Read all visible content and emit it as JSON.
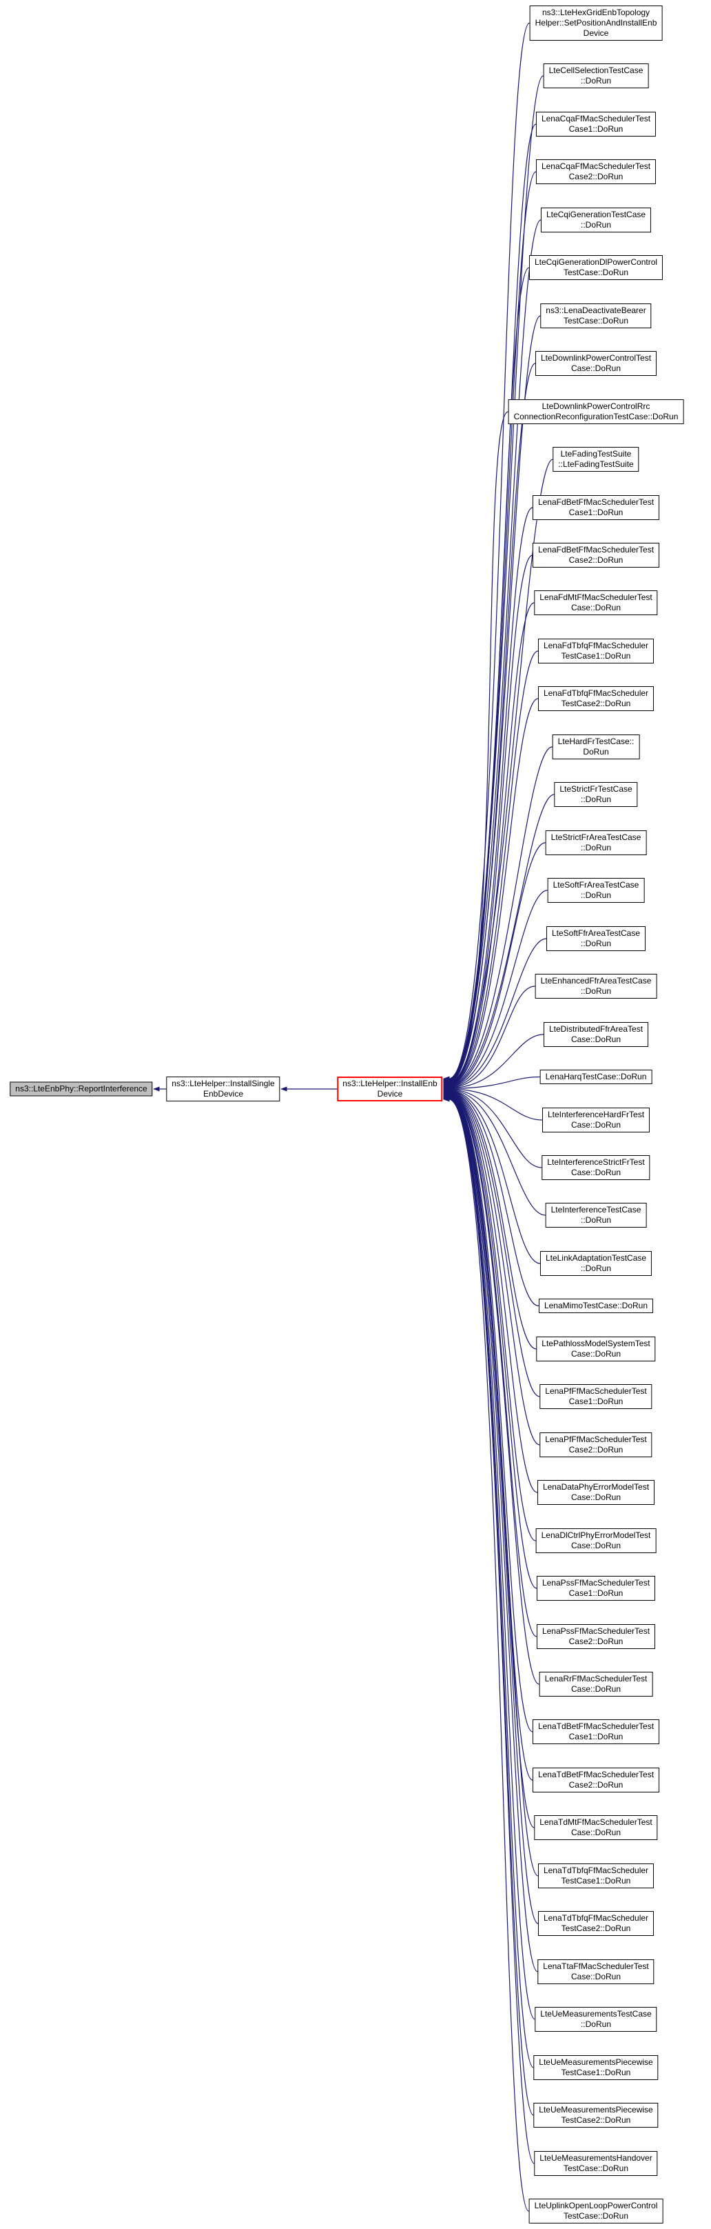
{
  "diagram": {
    "type": "doxygen-caller-graph",
    "colors": {
      "background": "#ffffff",
      "edge": "#191970",
      "node_border": "#000000",
      "node_fill": "#ffffff",
      "node_text": "#000000",
      "selected_node_fill": "#bfbfbf",
      "focus_node_border": "#ff0000"
    },
    "selected_node": {
      "label": "ns3::LteEnbPhy::ReportInterference",
      "lines": [
        "ns3::LteEnbPhy::ReportInterference"
      ]
    },
    "chain_node": {
      "label": "ns3::LteHelper::InstallSingleEnbDevice",
      "lines": [
        "ns3::LteHelper::InstallSingle",
        "EnbDevice"
      ]
    },
    "focus_node": {
      "label": "ns3::LteHelper::InstallEnbDevice",
      "lines": [
        "ns3::LteHelper::InstallEnb",
        "Device"
      ]
    },
    "callers": [
      {
        "label": "ns3::LteHexGridEnbTopologyHelper::SetPositionAndInstallEnbDevice",
        "lines": [
          "ns3::LteHexGridEnbTopology",
          "Helper::SetPositionAndInstallEnb",
          "Device"
        ]
      },
      {
        "label": "LteCellSelectionTestCase::DoRun",
        "lines": [
          "LteCellSelectionTestCase",
          "::DoRun"
        ]
      },
      {
        "label": "LenaCqaFfMacSchedulerTestCase1::DoRun",
        "lines": [
          "LenaCqaFfMacSchedulerTest",
          "Case1::DoRun"
        ]
      },
      {
        "label": "LenaCqaFfMacSchedulerTestCase2::DoRun",
        "lines": [
          "LenaCqaFfMacSchedulerTest",
          "Case2::DoRun"
        ]
      },
      {
        "label": "LteCqiGenerationTestCase::DoRun",
        "lines": [
          "LteCqiGenerationTestCase",
          "::DoRun"
        ]
      },
      {
        "label": "LteCqiGenerationDlPowerControlTestCase::DoRun",
        "lines": [
          "LteCqiGenerationDlPowerControl",
          "TestCase::DoRun"
        ]
      },
      {
        "label": "ns3::LenaDeactivateBearerTestCase::DoRun",
        "lines": [
          "ns3::LenaDeactivateBearer",
          "TestCase::DoRun"
        ]
      },
      {
        "label": "LteDownlinkPowerControlTestCase::DoRun",
        "lines": [
          "LteDownlinkPowerControlTest",
          "Case::DoRun"
        ]
      },
      {
        "label": "LteDownlinkPowerControlRrcConnectionReconfigurationTestCase::DoRun",
        "lines": [
          "LteDownlinkPowerControlRrc",
          "ConnectionReconfigurationTestCase::DoRun"
        ]
      },
      {
        "label": "LteFadingTestSuite::LteFadingTestSuite",
        "lines": [
          "LteFadingTestSuite",
          "::LteFadingTestSuite"
        ]
      },
      {
        "label": "LenaFdBetFfMacSchedulerTestCase1::DoRun",
        "lines": [
          "LenaFdBetFfMacSchedulerTest",
          "Case1::DoRun"
        ]
      },
      {
        "label": "LenaFdBetFfMacSchedulerTestCase2::DoRun",
        "lines": [
          "LenaFdBetFfMacSchedulerTest",
          "Case2::DoRun"
        ]
      },
      {
        "label": "LenaFdMtFfMacSchedulerTestCase::DoRun",
        "lines": [
          "LenaFdMtFfMacSchedulerTest",
          "Case::DoRun"
        ]
      },
      {
        "label": "LenaFdTbfqFfMacSchedulerTestCase1::DoRun",
        "lines": [
          "LenaFdTbfqFfMacScheduler",
          "TestCase1::DoRun"
        ]
      },
      {
        "label": "LenaFdTbfqFfMacSchedulerTestCase2::DoRun",
        "lines": [
          "LenaFdTbfqFfMacScheduler",
          "TestCase2::DoRun"
        ]
      },
      {
        "label": "LteHardFrTestCase::DoRun",
        "lines": [
          "LteHardFrTestCase::",
          "DoRun"
        ]
      },
      {
        "label": "LteStrictFrTestCase::DoRun",
        "lines": [
          "LteStrictFrTestCase",
          "::DoRun"
        ]
      },
      {
        "label": "LteStrictFrAreaTestCase::DoRun",
        "lines": [
          "LteStrictFrAreaTestCase",
          "::DoRun"
        ]
      },
      {
        "label": "LteSoftFrAreaTestCase::DoRun",
        "lines": [
          "LteSoftFrAreaTestCase",
          "::DoRun"
        ]
      },
      {
        "label": "LteSoftFfrAreaTestCase::DoRun",
        "lines": [
          "LteSoftFfrAreaTestCase",
          "::DoRun"
        ]
      },
      {
        "label": "LteEnhancedFfrAreaTestCase::DoRun",
        "lines": [
          "LteEnhancedFfrAreaTestCase",
          "::DoRun"
        ]
      },
      {
        "label": "LteDistributedFfrAreaTestCase::DoRun",
        "lines": [
          "LteDistributedFfrAreaTest",
          "Case::DoRun"
        ]
      },
      {
        "label": "LenaHarqTestCase::DoRun",
        "lines": [
          "LenaHarqTestCase::DoRun"
        ]
      },
      {
        "label": "LteInterferenceHardFrTestCase::DoRun",
        "lines": [
          "LteInterferenceHardFrTest",
          "Case::DoRun"
        ]
      },
      {
        "label": "LteInterferenceStrictFrTestCase::DoRun",
        "lines": [
          "LteInterferenceStrictFrTest",
          "Case::DoRun"
        ]
      },
      {
        "label": "LteInterferenceTestCase::DoRun",
        "lines": [
          "LteInterferenceTestCase",
          "::DoRun"
        ]
      },
      {
        "label": "LteLinkAdaptationTestCase::DoRun",
        "lines": [
          "LteLinkAdaptationTestCase",
          "::DoRun"
        ]
      },
      {
        "label": "LenaMimoTestCase::DoRun",
        "lines": [
          "LenaMimoTestCase::DoRun"
        ]
      },
      {
        "label": "LtePathlossModelSystemTestCase::DoRun",
        "lines": [
          "LtePathlossModelSystemTest",
          "Case::DoRun"
        ]
      },
      {
        "label": "LenaPfFfMacSchedulerTestCase1::DoRun",
        "lines": [
          "LenaPfFfMacSchedulerTest",
          "Case1::DoRun"
        ]
      },
      {
        "label": "LenaPfFfMacSchedulerTestCase2::DoRun",
        "lines": [
          "LenaPfFfMacSchedulerTest",
          "Case2::DoRun"
        ]
      },
      {
        "label": "LenaDataPhyErrorModelTestCase::DoRun",
        "lines": [
          "LenaDataPhyErrorModelTest",
          "Case::DoRun"
        ]
      },
      {
        "label": "LenaDlCtrlPhyErrorModelTestCase::DoRun",
        "lines": [
          "LenaDlCtrlPhyErrorModelTest",
          "Case::DoRun"
        ]
      },
      {
        "label": "LenaPssFfMacSchedulerTestCase1::DoRun",
        "lines": [
          "LenaPssFfMacSchedulerTest",
          "Case1::DoRun"
        ]
      },
      {
        "label": "LenaPssFfMacSchedulerTestCase2::DoRun",
        "lines": [
          "LenaPssFfMacSchedulerTest",
          "Case2::DoRun"
        ]
      },
      {
        "label": "LenaRrFfMacSchedulerTestCase::DoRun",
        "lines": [
          "LenaRrFfMacSchedulerTest",
          "Case::DoRun"
        ]
      },
      {
        "label": "LenaTdBetFfMacSchedulerTestCase1::DoRun",
        "lines": [
          "LenaTdBetFfMacSchedulerTest",
          "Case1::DoRun"
        ]
      },
      {
        "label": "LenaTdBetFfMacSchedulerTestCase2::DoRun",
        "lines": [
          "LenaTdBetFfMacSchedulerTest",
          "Case2::DoRun"
        ]
      },
      {
        "label": "LenaTdMtFfMacSchedulerTestCase::DoRun",
        "lines": [
          "LenaTdMtFfMacSchedulerTest",
          "Case::DoRun"
        ]
      },
      {
        "label": "LenaTdTbfqFfMacSchedulerTestCase1::DoRun",
        "lines": [
          "LenaTdTbfqFfMacScheduler",
          "TestCase1::DoRun"
        ]
      },
      {
        "label": "LenaTdTbfqFfMacSchedulerTestCase2::DoRun",
        "lines": [
          "LenaTdTbfqFfMacScheduler",
          "TestCase2::DoRun"
        ]
      },
      {
        "label": "LenaTtaFfMacSchedulerTestCase::DoRun",
        "lines": [
          "LenaTtaFfMacSchedulerTest",
          "Case::DoRun"
        ]
      },
      {
        "label": "LteUeMeasurementsTestCase::DoRun",
        "lines": [
          "LteUeMeasurementsTestCase",
          "::DoRun"
        ]
      },
      {
        "label": "LteUeMeasurementsPiecewiseTestCase1::DoRun",
        "lines": [
          "LteUeMeasurementsPiecewise",
          "TestCase1::DoRun"
        ]
      },
      {
        "label": "LteUeMeasurementsPiecewiseTestCase2::DoRun",
        "lines": [
          "LteUeMeasurementsPiecewise",
          "TestCase2::DoRun"
        ]
      },
      {
        "label": "LteUeMeasurementsHandoverTestCase::DoRun",
        "lines": [
          "LteUeMeasurementsHandover",
          "TestCase::DoRun"
        ]
      },
      {
        "label": "LteUplinkOpenLoopPowerControlTestCase::DoRun",
        "lines": [
          "LteUplinkOpenLoopPowerControl",
          "TestCase::DoRun"
        ]
      }
    ]
  }
}
